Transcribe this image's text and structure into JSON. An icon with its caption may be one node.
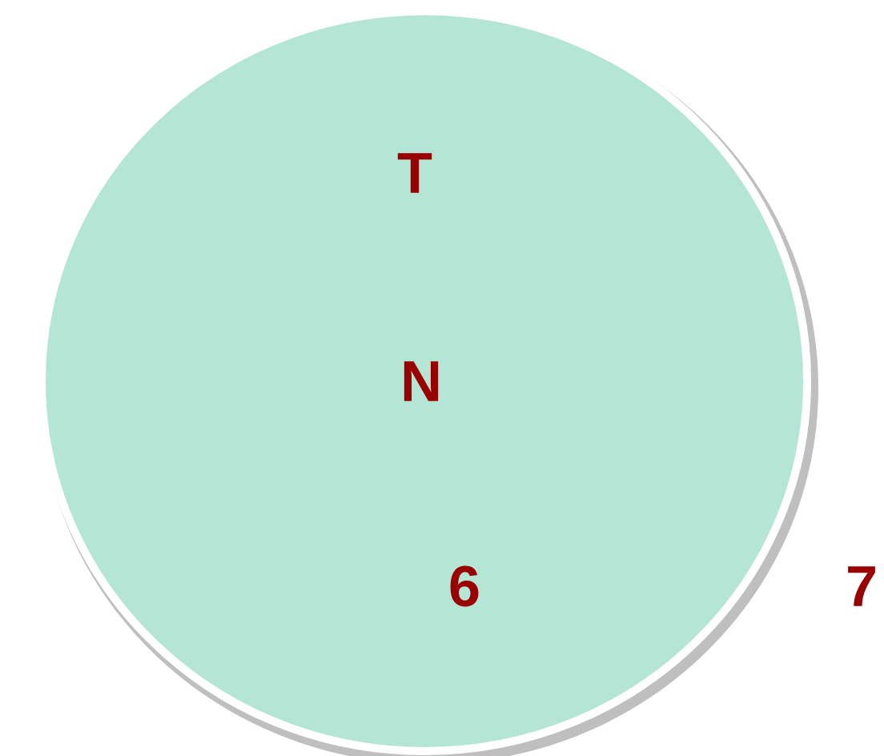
{
  "diagram": {
    "nodes": [
      {
        "text": [
          "T",
          "N",
          "6"
        ]
      }
    ],
    "labels": [
      "7"
    ]
  }
}
